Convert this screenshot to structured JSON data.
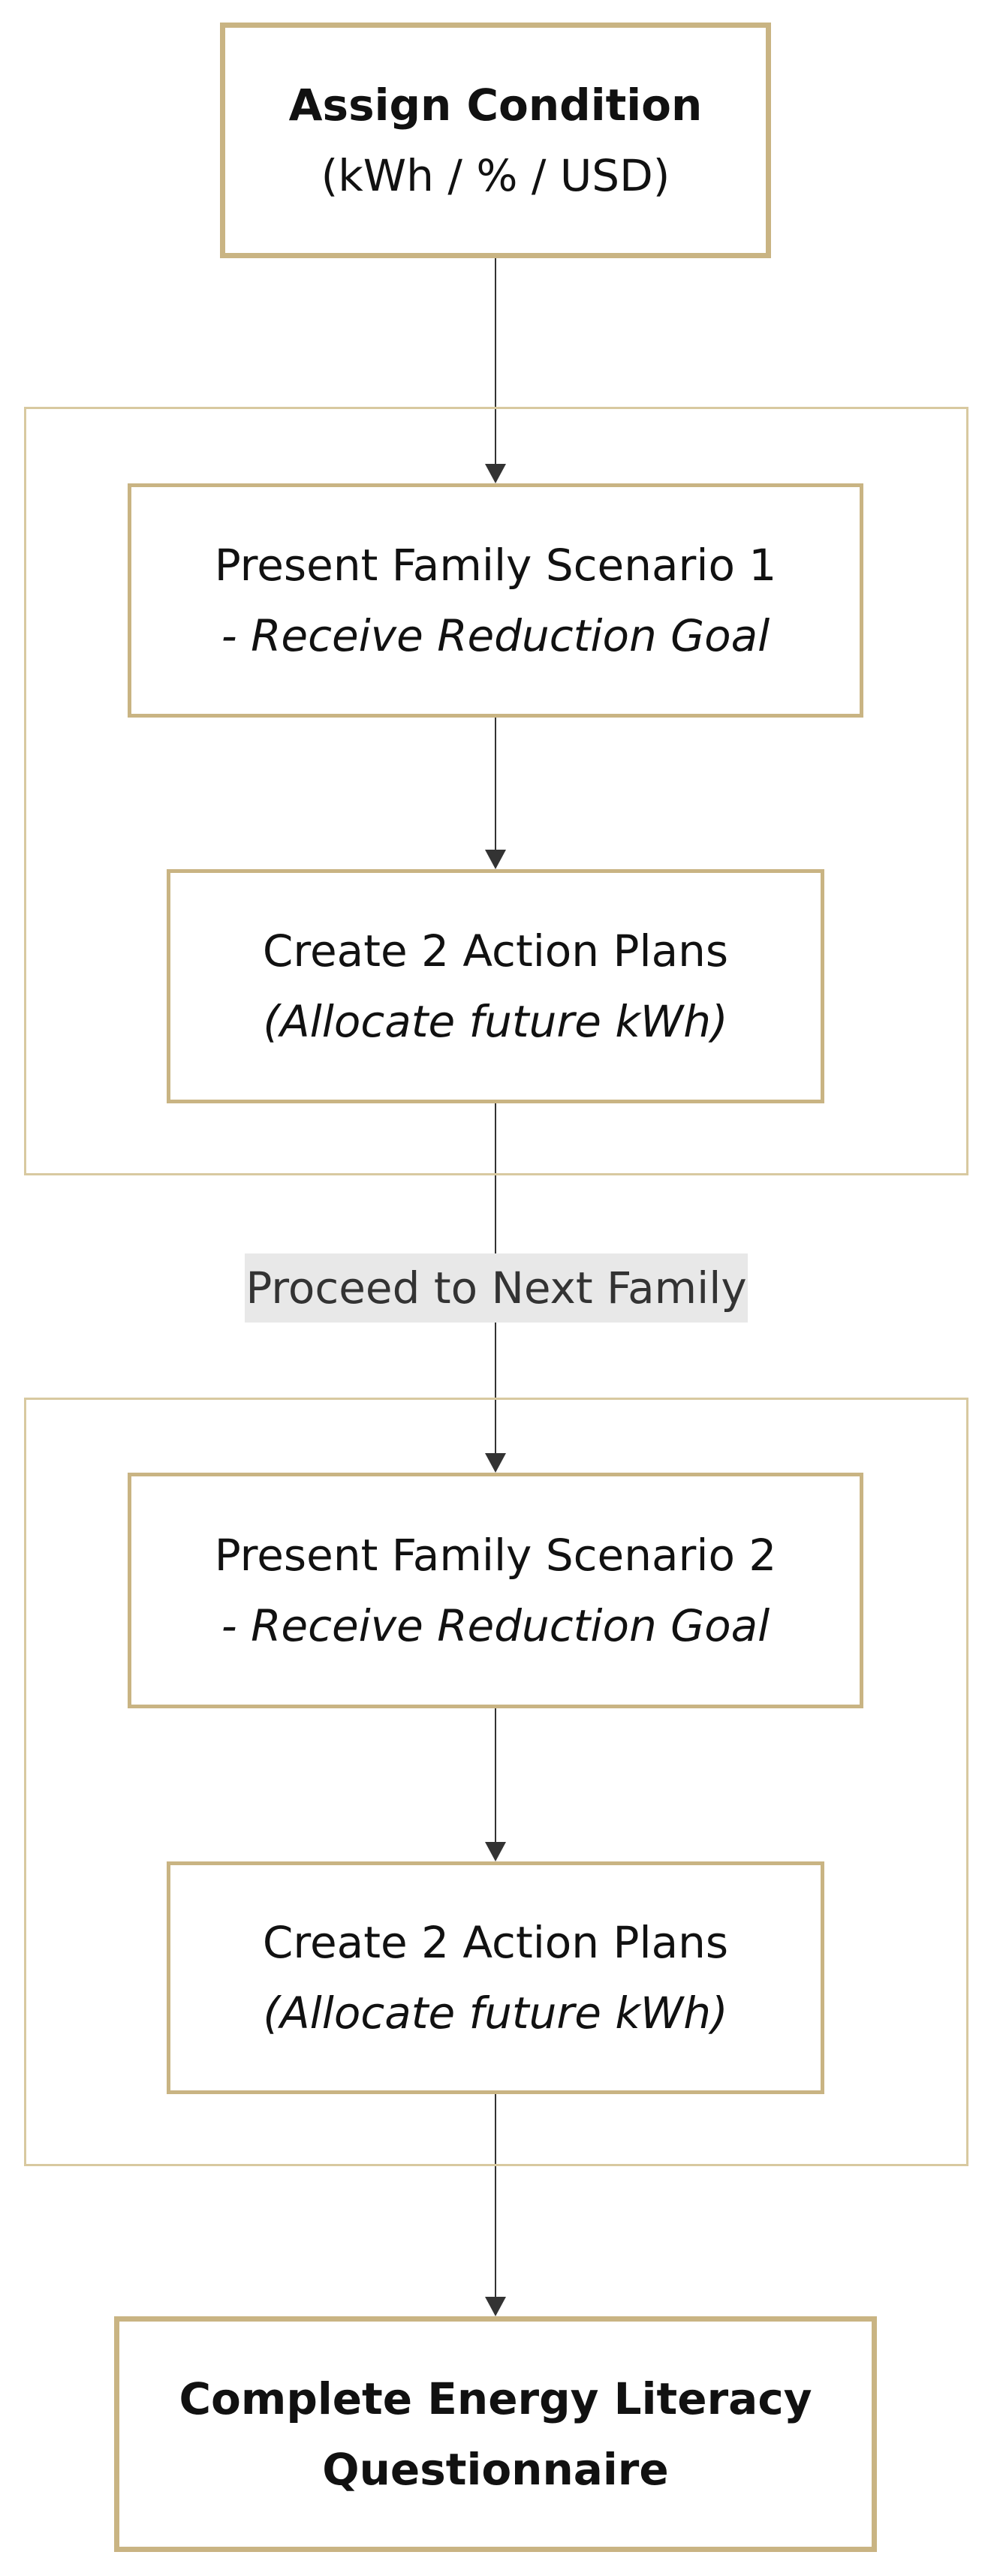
{
  "nodes": {
    "assign": {
      "line1": "Assign Condition",
      "line2": "(kWh / % / USD)"
    },
    "scenario1": {
      "line1": "Present Family Scenario 1",
      "line2": "- Receive Reduction Goal"
    },
    "plans1": {
      "line1": "Create 2 Action Plans",
      "line2": "(Allocate future kWh)"
    },
    "scenario2": {
      "line1": "Present Family Scenario 2",
      "line2": "- Receive Reduction Goal"
    },
    "plans2": {
      "line1": "Create 2 Action Plans",
      "line2": "(Allocate future kWh)"
    },
    "questionnaire": {
      "line1": "Complete Energy Literacy",
      "line2": "Questionnaire"
    }
  },
  "edge_labels": {
    "proceed": "Proceed to Next Family"
  },
  "colors": {
    "node_border": "#c9b483",
    "cluster_border": "#d8c9a0",
    "edge": "#333333",
    "label_background": "#e8e8e8"
  }
}
